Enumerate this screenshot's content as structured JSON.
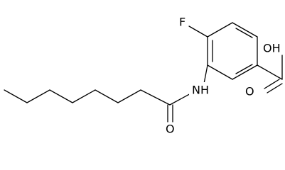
{
  "atom_labels": {
    "fluorine": "F",
    "carboxylic_acid": "OH",
    "carbonyl_oxygen_acid": "O",
    "amide_nitrogen": "NH",
    "carbonyl_oxygen_amide": "O"
  }
}
